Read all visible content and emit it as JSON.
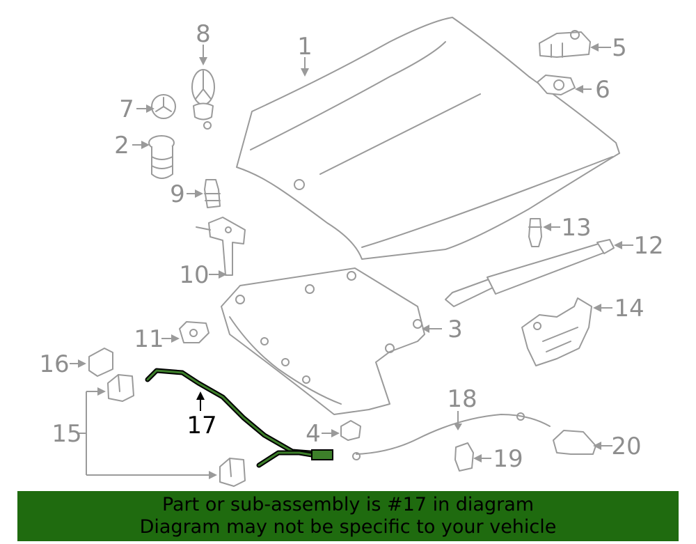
{
  "callouts": [
    "1",
    "2",
    "3",
    "4",
    "5",
    "6",
    "7",
    "8",
    "9",
    "10",
    "11",
    "12",
    "13",
    "14",
    "15",
    "16",
    "17",
    "18",
    "19",
    "20"
  ],
  "highlight": "17",
  "banner": {
    "line1": "Part or sub-assembly is #17 in diagram",
    "line2": "Diagram may not be specific to your vehicle"
  },
  "colors": {
    "banner": "#1f6b0f",
    "part_line": "#9a9a9a",
    "highlight_part": "#3d7f2a"
  }
}
